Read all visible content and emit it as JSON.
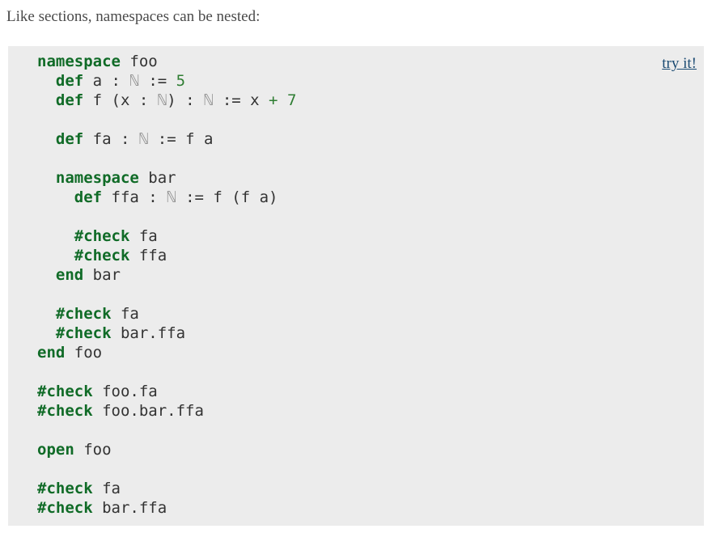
{
  "intro": {
    "text": "Like sections, namespaces can be nested:"
  },
  "code_block": {
    "try_link": "try it!",
    "lines": [
      {
        "indent": 0,
        "tokens": [
          {
            "t": "kw",
            "v": "namespace"
          },
          {
            "t": "txt",
            "v": " foo"
          }
        ]
      },
      {
        "indent": 2,
        "tokens": [
          {
            "t": "kw",
            "v": "def"
          },
          {
            "t": "txt",
            "v": " a : "
          },
          {
            "t": "ty",
            "v": "ℕ"
          },
          {
            "t": "txt",
            "v": " := "
          },
          {
            "t": "num",
            "v": "5"
          }
        ]
      },
      {
        "indent": 2,
        "tokens": [
          {
            "t": "kw",
            "v": "def"
          },
          {
            "t": "txt",
            "v": " f (x : "
          },
          {
            "t": "ty",
            "v": "ℕ"
          },
          {
            "t": "txt",
            "v": ") : "
          },
          {
            "t": "ty",
            "v": "ℕ"
          },
          {
            "t": "txt",
            "v": " := x "
          },
          {
            "t": "op",
            "v": "+"
          },
          {
            "t": "txt",
            "v": " "
          },
          {
            "t": "num",
            "v": "7"
          }
        ]
      },
      {
        "indent": 0,
        "tokens": []
      },
      {
        "indent": 2,
        "tokens": [
          {
            "t": "kw",
            "v": "def"
          },
          {
            "t": "txt",
            "v": " fa : "
          },
          {
            "t": "ty",
            "v": "ℕ"
          },
          {
            "t": "txt",
            "v": " := f a"
          }
        ]
      },
      {
        "indent": 0,
        "tokens": []
      },
      {
        "indent": 2,
        "tokens": [
          {
            "t": "kw",
            "v": "namespace"
          },
          {
            "t": "txt",
            "v": " bar"
          }
        ]
      },
      {
        "indent": 4,
        "tokens": [
          {
            "t": "kw",
            "v": "def"
          },
          {
            "t": "txt",
            "v": " ffa : "
          },
          {
            "t": "ty",
            "v": "ℕ"
          },
          {
            "t": "txt",
            "v": " := f (f a)"
          }
        ]
      },
      {
        "indent": 0,
        "tokens": []
      },
      {
        "indent": 4,
        "tokens": [
          {
            "t": "kw",
            "v": "#check"
          },
          {
            "t": "txt",
            "v": " fa"
          }
        ]
      },
      {
        "indent": 4,
        "tokens": [
          {
            "t": "kw",
            "v": "#check"
          },
          {
            "t": "txt",
            "v": " ffa"
          }
        ]
      },
      {
        "indent": 2,
        "tokens": [
          {
            "t": "kw",
            "v": "end"
          },
          {
            "t": "txt",
            "v": " bar"
          }
        ]
      },
      {
        "indent": 0,
        "tokens": []
      },
      {
        "indent": 2,
        "tokens": [
          {
            "t": "kw",
            "v": "#check"
          },
          {
            "t": "txt",
            "v": " fa"
          }
        ]
      },
      {
        "indent": 2,
        "tokens": [
          {
            "t": "kw",
            "v": "#check"
          },
          {
            "t": "txt",
            "v": " bar.ffa"
          }
        ]
      },
      {
        "indent": 0,
        "tokens": [
          {
            "t": "kw",
            "v": "end"
          },
          {
            "t": "txt",
            "v": " foo"
          }
        ]
      },
      {
        "indent": 0,
        "tokens": []
      },
      {
        "indent": 0,
        "tokens": [
          {
            "t": "kw",
            "v": "#check"
          },
          {
            "t": "txt",
            "v": " foo.fa"
          }
        ]
      },
      {
        "indent": 0,
        "tokens": [
          {
            "t": "kw",
            "v": "#check"
          },
          {
            "t": "txt",
            "v": " foo.bar.ffa"
          }
        ]
      },
      {
        "indent": 0,
        "tokens": []
      },
      {
        "indent": 0,
        "tokens": [
          {
            "t": "kw",
            "v": "open"
          },
          {
            "t": "txt",
            "v": " foo"
          }
        ]
      },
      {
        "indent": 0,
        "tokens": []
      },
      {
        "indent": 0,
        "tokens": [
          {
            "t": "kw",
            "v": "#check"
          },
          {
            "t": "txt",
            "v": " fa"
          }
        ]
      },
      {
        "indent": 0,
        "tokens": [
          {
            "t": "kw",
            "v": "#check"
          },
          {
            "t": "txt",
            "v": " bar.ffa"
          }
        ]
      }
    ]
  }
}
